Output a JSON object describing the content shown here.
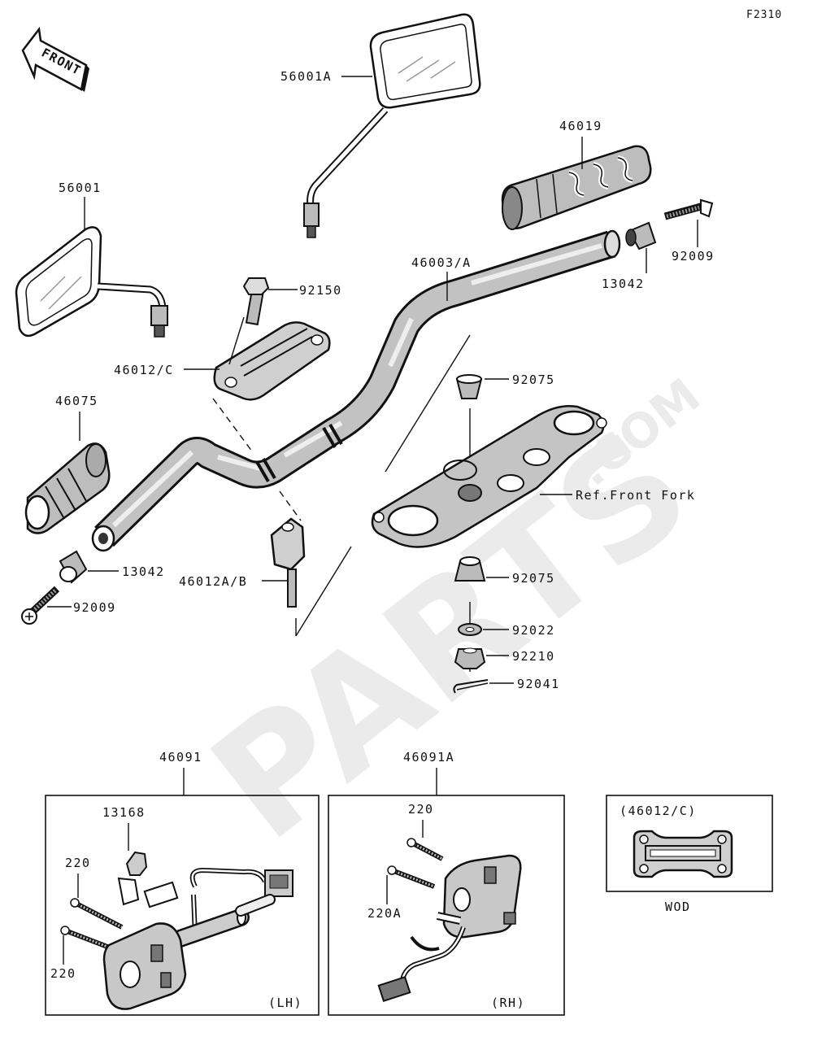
{
  "diagram_code": "F2310",
  "front_label": "FRONT",
  "watermark": {
    "main": "PARTS",
    "suffix": ".COM"
  },
  "parts": {
    "mirror_right": "56001A",
    "mirror_left": "56001",
    "grip_right": "46019",
    "handlebar": "46003/A",
    "bar_end_weight_right": "13042",
    "screw_right": "92009",
    "bolt": "92150",
    "holder_upper": "46012/C",
    "grip_left": "46075",
    "bumper_upper": "92075",
    "front_fork_ref": "Ref.Front Fork",
    "bar_end_weight_left": "13042",
    "holder_lower": "46012A/B",
    "bumper_lower": "92075",
    "screw_left": "92009",
    "washer": "92022",
    "nut": "92210",
    "cotter_pin": "92041"
  },
  "lh_box": {
    "title": "46091",
    "clamp": "13168",
    "screw_top": "220",
    "screw_bottom": "220",
    "side": "(LH)"
  },
  "rh_box": {
    "title": "46091A",
    "screw_top": "220",
    "screw_lower": "220A",
    "side": "(RH)"
  },
  "wod_box": {
    "title": "(46012/C)",
    "caption": "WOD"
  }
}
